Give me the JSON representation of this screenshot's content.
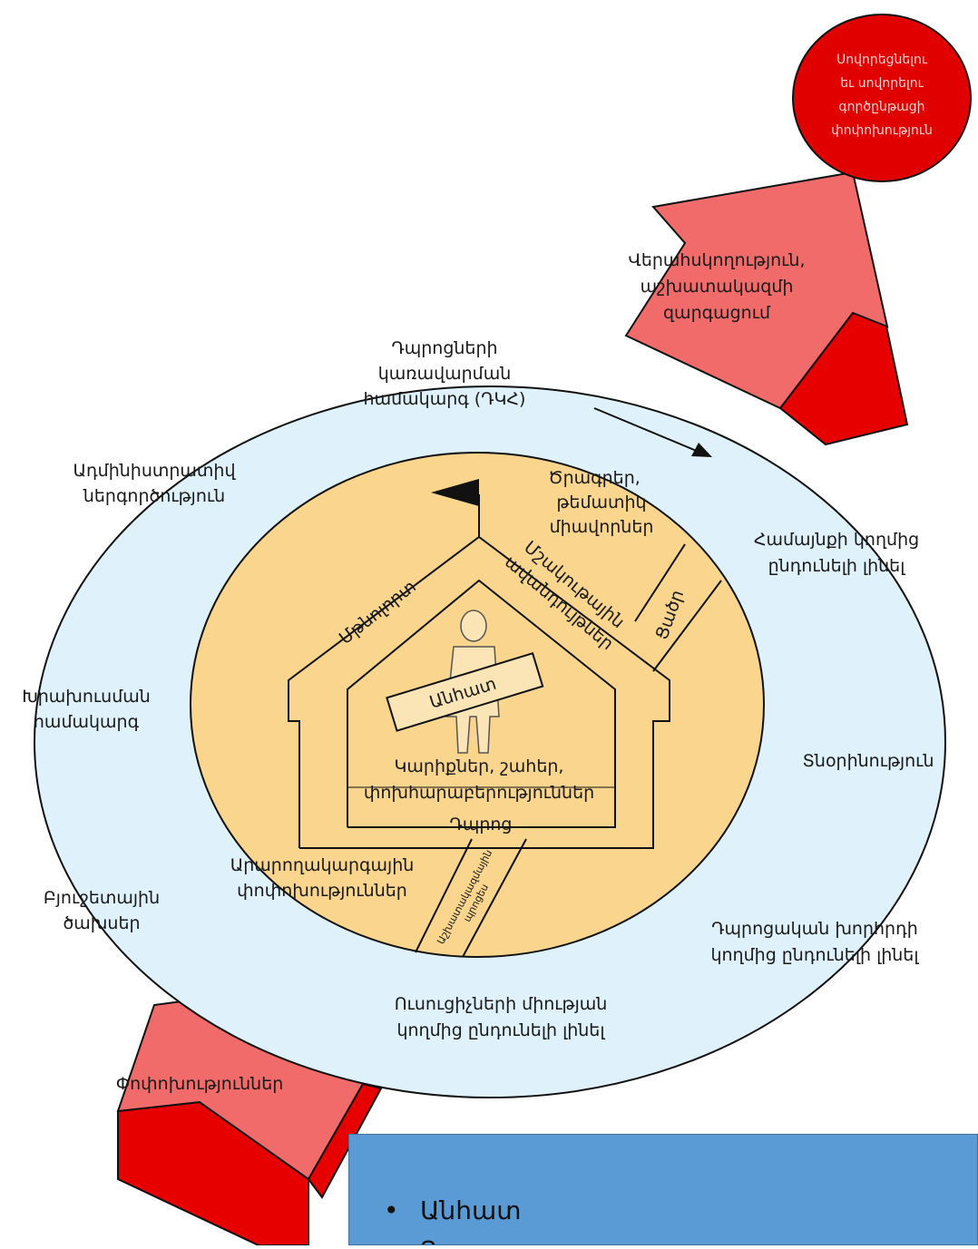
{
  "top_circle": {
    "lines": [
      "Սովորեցնելու",
      "եւ սովորելու",
      "գործընթացի",
      "փոփոխություն"
    ]
  },
  "arrow_up_label": [
    "Վերահսկողություն,",
    "աշխատակազմի",
    "զարգացում"
  ],
  "arrow_down_label": "Փոփոխություններ",
  "outer_ring": {
    "sms_title": [
      "Դպրոցների",
      "կառավարման",
      "համակարգ (ԴԿՀ)"
    ],
    "admin": [
      "Ադմինիստրատիվ",
      "ներգործություն"
    ],
    "community": [
      "Համայնքի կողմից",
      "ընդունելի լինել"
    ],
    "advisory": [
      "Խրախուսման",
      "համակարգ"
    ],
    "director": "Տնօրինություն",
    "budget": [
      "Բյուջետային",
      "ծախսեր"
    ],
    "school_board": [
      "Դպրոցական խորհրդի",
      "կողմից ընդունելի լինել"
    ],
    "teachers_union": [
      "Ուսուցիչների միության",
      "կողմից ընդունելի լինել"
    ]
  },
  "inner_circle": {
    "programs": [
      "Ծրագրեր,",
      "թեմատիկ",
      "միավորներ"
    ],
    "environment": "Մթնոլորտ",
    "culture": [
      "Մշակութային",
      "ավանդույթներ"
    ],
    "low": "Ցածր",
    "person": "Անհատ",
    "needs": [
      "Կարիքներ, շահեր,",
      "փոխհարաբերություններ"
    ],
    "school": "Դպրոց",
    "procedural": [
      "Արարողակարգային",
      "փոփոխություններ"
    ],
    "work_strip": [
      "Աշխատակազմային",
      "պրոցես"
    ]
  },
  "bullets": [
    "Անհատ",
    "Դպրոց"
  ],
  "colors": {
    "outer_ring": "#dff1fb",
    "inner_circle": "#f9d58e",
    "arrow_light": "#f26b6b",
    "arrow_dark": "#e60000",
    "circle": "#e00000",
    "info_box": "#5b9bd5"
  }
}
